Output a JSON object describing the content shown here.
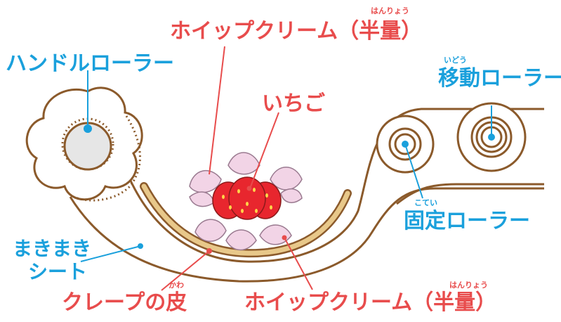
{
  "labels": {
    "whip_top": "ホイップクリーム（半量）",
    "whip_top_ruby": "はんりょう",
    "handle_roller": "ハンドルローラー",
    "strawberry": "いちご",
    "moving_roller": "移動ローラー",
    "moving_roller_ruby": "いどう",
    "fixed_roller": "固定ローラー",
    "fixed_roller_ruby": "こてい",
    "sheet_line1": "まきまき",
    "sheet_line2": "シート",
    "crepe_skin": "クレープの皮",
    "crepe_skin_ruby": "かわ",
    "whip_bottom": "ホイップクリーム（半量）",
    "whip_bottom_ruby": "はんりょう"
  },
  "colors": {
    "label_blue": "#1aa0dc",
    "label_red": "#e84c4c",
    "frame_brown": "#8b5a2b",
    "crepe_tan": "#e8c88a",
    "strawberry_red": "#e8262e",
    "cream_pink": "#f2d4e6",
    "roller_gray": "#e6e6e6"
  }
}
